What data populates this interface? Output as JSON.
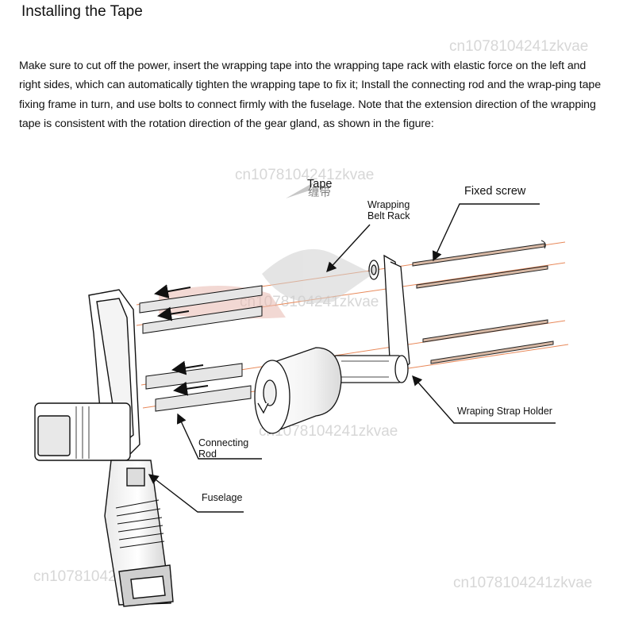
{
  "title": "Installing the Tape",
  "description": "Make sure to cut off the power, insert the wrapping tape into the wrapping tape rack with elastic force on the left and right sides, which can automatically tighten the wrapping tape to fix it; Install the connecting rod and the wrap-ping tape fixing frame in turn, and use bolts to connect firmly with the fuselage. Note that the extension direction of the wrapping tape is consistent with the rotation direction of the gear gland, as shown in the figure:",
  "watermark": "cn1078104241zkvae",
  "labels": {
    "tape": "Tape",
    "tape_cn": "缠带",
    "wrapping_belt_rack": "Wrapping\nBelt Rack",
    "fixed_screw": "Fixed screw",
    "wrapping_strap_holder": "Wraping Strap Holder",
    "connecting_rod": "Connecting\nRod",
    "fuselage": "Fuselage"
  }
}
